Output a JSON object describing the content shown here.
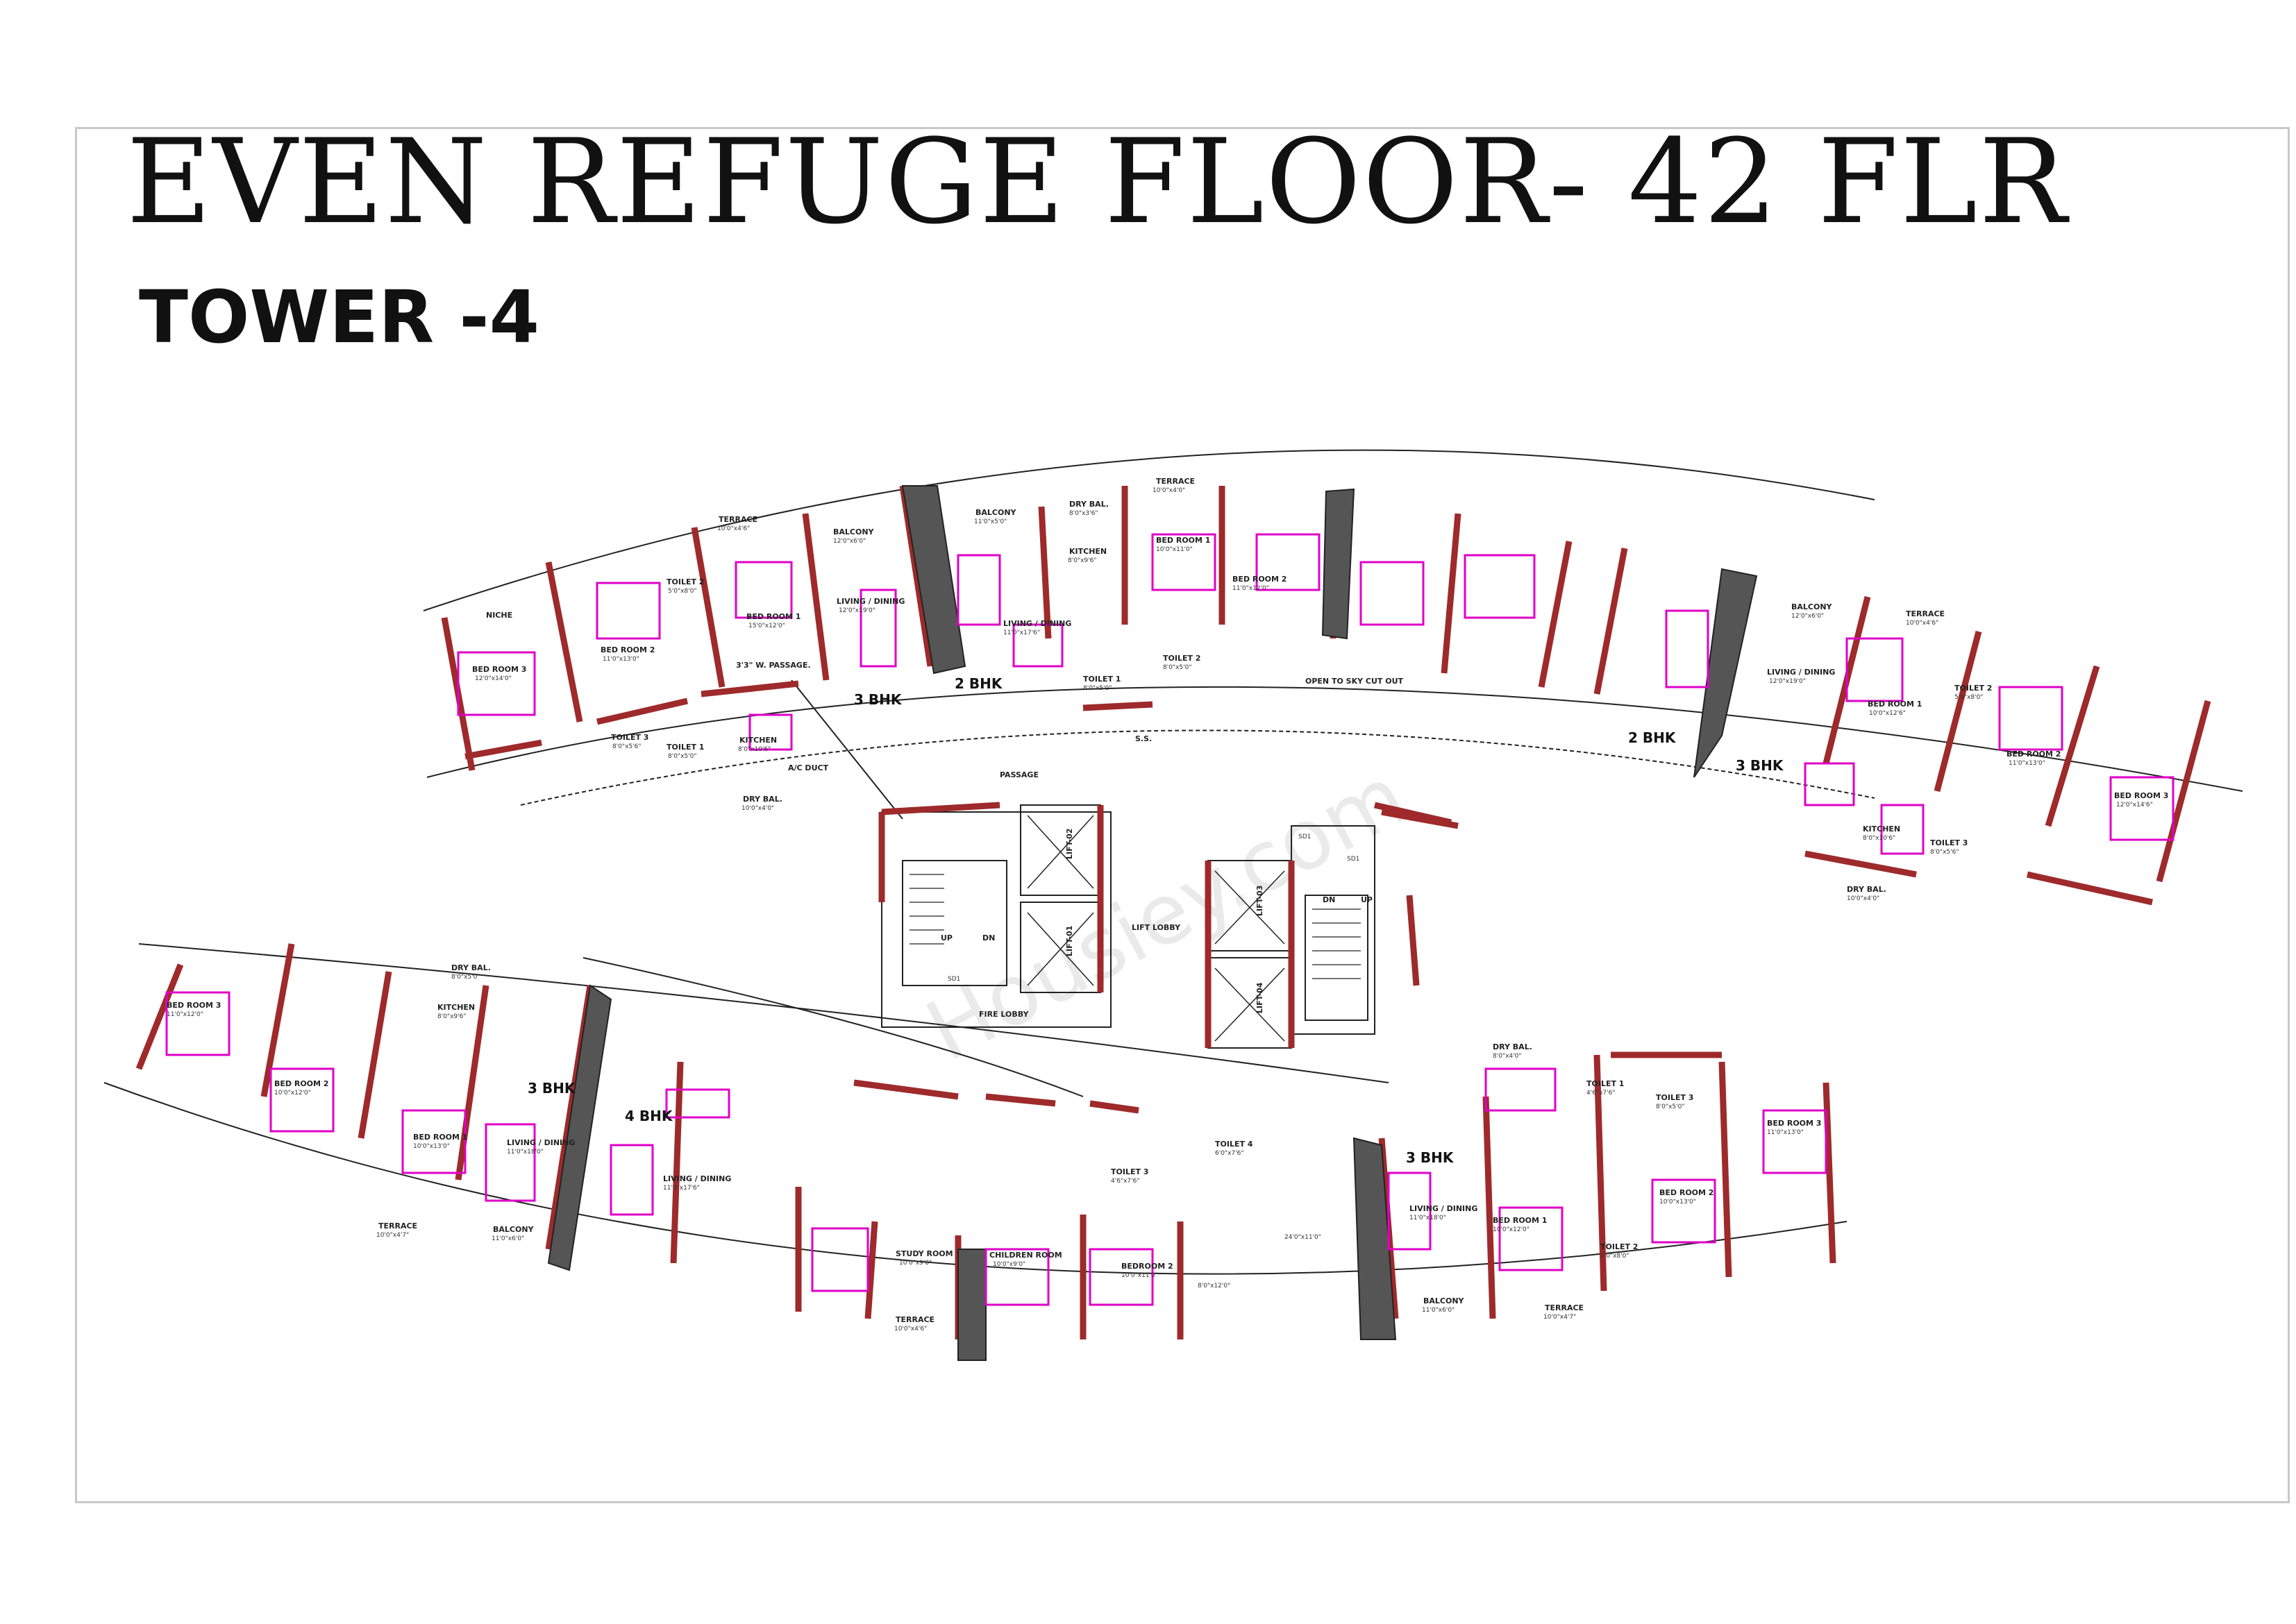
{
  "title": "EVEN REFUGE FLOOR- 42 FLR",
  "subtitle": "TOWER -4",
  "watermark": "Housiey.com",
  "colors": {
    "wall": "#9e2a2b",
    "furniture": "#e000c8",
    "line": "#222222",
    "shear": "#555555"
  },
  "unit_types": {
    "u1": "3 BHK",
    "u2": "2 BHK",
    "u3": "2 BHK",
    "u4": "3 BHK",
    "u5": "3 BHK",
    "u6": "4 BHK",
    "u7": "3 BHK"
  },
  "core": {
    "lift_lobby": "LIFT LOBBY",
    "fire_lobby": "FIRE LOBBY",
    "lift1": "LIFT-01",
    "lift2": "LIFT-02",
    "lift3": "LIFT-03",
    "lift4": "LIFT-04",
    "sd1": "SD1",
    "sd2": "SD1",
    "sd3": "SD1",
    "up1": "UP",
    "dn1": "DN",
    "up2": "UP",
    "dn2": "DN"
  },
  "rooms": {
    "r1": "BED ROOM 3",
    "r1d": "12'0\"x14'0\"",
    "r2": "BED ROOM 2",
    "r2d": "11'0\"x13'0\"",
    "r3": "BED ROOM 1",
    "r3d": "15'0\"x12'0\"",
    "r4": "LIVING / DINING",
    "r4d": "12'0\"x19'0\"",
    "r5": "TERRACE",
    "r5d": "10'0\"x4'6\"",
    "r6": "BALCONY",
    "r6d": "12'0\"x6'0\"",
    "r7": "TOILET 2",
    "r7d": "5'0\"x8'0\"",
    "r8": "TOILET 3",
    "r8d": "8'0\"x5'6\"",
    "r9": "TOILET 1",
    "r9d": "8'0\"x5'0\"",
    "r10": "KITCHEN",
    "r10d": "8'0\"x10'6\"",
    "r11": "DRY BAL.",
    "r11d": "10'0\"x4'0\"",
    "r12": "3'3\" W. PASSAGE.",
    "r13": "NICHE",
    "r14": "A/C DUCT",
    "r15": "PASSAGE",
    "r16": "BALCONY",
    "r16d": "11'0\"x5'0\"",
    "r17": "LIVING / DINING",
    "r17d": "11'0\"x17'6\"",
    "r18": "KITCHEN",
    "r18d": "8'0\"x9'6\"",
    "r19": "DRY BAL.",
    "r19d": "8'0\"x3'6\"",
    "r20": "TERRACE",
    "r20d": "10'0\"x4'0\"",
    "r21": "BED ROOM 1",
    "r21d": "10'0\"x11'0\"",
    "r22": "BED ROOM 2",
    "r22d": "11'0\"x12'0\"",
    "r23": "TOILET 1",
    "r23d": "8'0\"x5'0\"",
    "r24": "TOILET 2",
    "r24d": "8'0\"x5'0\"",
    "r25": "OPEN TO SKY CUT OUT",
    "r26": "S.S.",
    "r27": "BED ROOM 3",
    "r27d": "12'0\"x14'6\"",
    "r28": "BED ROOM 2",
    "r28d": "11'0\"x13'0\"",
    "r29": "BED ROOM 1",
    "r29d": "10'0\"x12'6\"",
    "r30": "LIVING / DINING",
    "r30d": "12'0\"x19'0\"",
    "r31": "BALCONY",
    "r31d": "12'0\"x6'0\"",
    "r32": "TERRACE",
    "r32d": "10'0\"x4'6\"",
    "r33": "KITCHEN",
    "r33d": "8'0\"x10'6\"",
    "r34": "DRY BAL.",
    "r34d": "10'0\"x4'0\"",
    "r35": "TOILET 3",
    "r35d": "8'0\"x5'6\"",
    "r36": "TOILET 2",
    "r36d": "5'0\"x8'0\"",
    "r37": "BED ROOM 3",
    "r37d": "11'0\"x12'0\"",
    "r38": "BED ROOM 2",
    "r38d": "10'0\"x12'0\"",
    "r39": "BED ROOM 1",
    "r39d": "10'0\"x13'0\"",
    "r40": "LIVING / DINING",
    "r40d": "11'0\"x18'0\"",
    "r41": "BALCONY",
    "r41d": "11'0\"x6'0\"",
    "r42": "KITCHEN",
    "r42d": "8'0\"x9'6\"",
    "r43": "DRY BAL.",
    "r43d": "8'0\"x5'0\"",
    "r44": "TERRACE",
    "r44d": "10'0\"x4'7\"",
    "r45": "LIVING / DINING",
    "r45d": "11'0\"x17'6\"",
    "r46": "STUDY ROOM",
    "r46d": "10'0\"x9'0\"",
    "r47": "CHILDREN ROOM",
    "r47d": "10'0\"x9'0\"",
    "r48": "BEDROOM 2",
    "r48d": "10'0\"x11'0\"",
    "r49": "TOILET 4",
    "r49d": "6'0\"x7'6\"",
    "r50": "TOILET 3",
    "r50d": "4'6\"x7'6\"",
    "r51": "TERRACE",
    "r51d": "10'0\"x4'6\"",
    "r52": "8'0\"x12'0\"",
    "r53": "24'0\"x11'0\"",
    "r54": "BED ROOM 1",
    "r54d": "10'0\"x12'0\"",
    "r55": "BED ROOM 2",
    "r55d": "10'0\"x13'0\"",
    "r56": "BED ROOM 3",
    "r56d": "11'0\"x13'0\"",
    "r57": "LIVING / DINING",
    "r57d": "11'0\"x18'0\"",
    "r58": "BALCONY",
    "r58d": "11'0\"x6'0\"",
    "r59": "TERRACE",
    "r59d": "10'0\"x4'7\"",
    "r60": "TOILET 1",
    "r60d": "4'6\"x7'6\"",
    "r61": "TOILET 2",
    "r61d": "5'0\"x8'0\"",
    "r62": "TOILET 3",
    "r62d": "8'0\"x5'0\"",
    "r63": "DRY BAL.",
    "r63d": "8'0\"x4'0\""
  }
}
